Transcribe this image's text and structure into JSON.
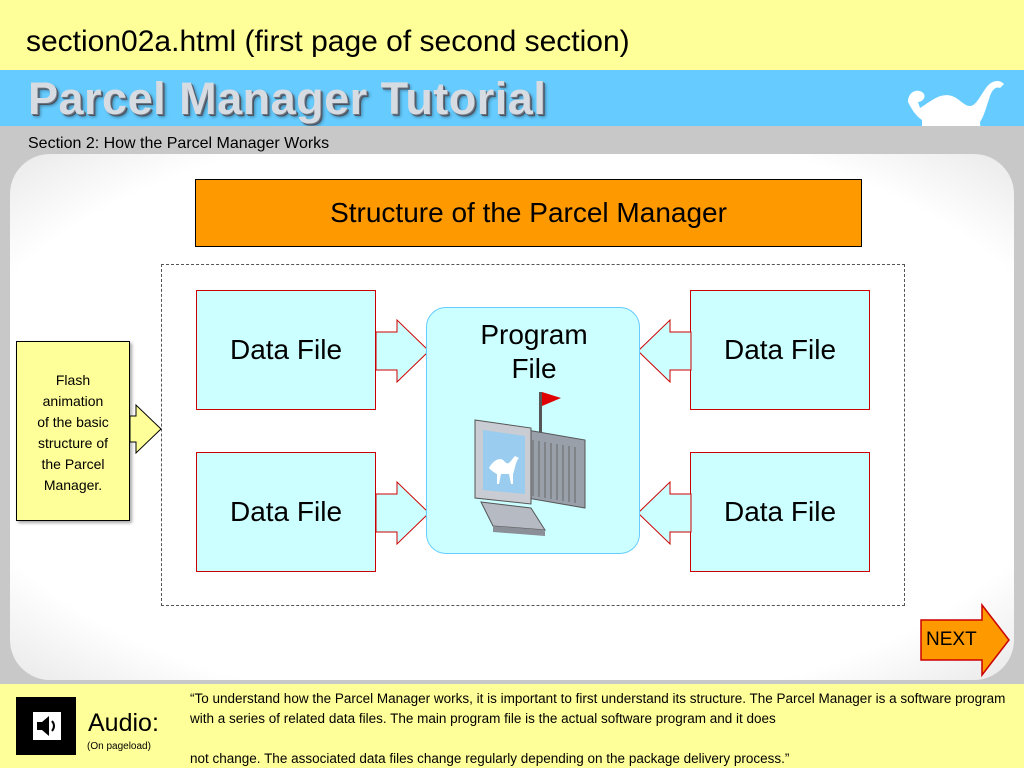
{
  "page_title": "section02a.html (first page of second section)",
  "banner": {
    "title": "Parcel Manager Tutorial",
    "logo_icon": "camel-logo-icon"
  },
  "section_subtitle": "Section 2: How the Parcel Manager Works",
  "diagram": {
    "title": "Structure of the Parcel Manager",
    "data_files": [
      "Data File",
      "Data File",
      "Data File",
      "Data File"
    ],
    "program_file": {
      "line1": "Program",
      "line2": "File",
      "icon": "computer-mailbox-icon"
    }
  },
  "flash_note": {
    "lines": [
      "Flash",
      "animation",
      "of the basic",
      "structure of",
      "the Parcel",
      "Manager."
    ]
  },
  "next_button": {
    "label": "NEXT"
  },
  "audio": {
    "icon": "speaker-icon",
    "label": "Audio:",
    "sub": "(On pageload)",
    "transcript_part1": "“To understand how the Parcel Manager works, it is important to first understand its structure. The Parcel Manager is a software program with a series of related data files. The main program file is the actual software program and it does",
    "transcript_part2": "not change. The associated data files change regularly depending on the package delivery process.”"
  },
  "colors": {
    "background": "#ffff99",
    "banner": "#66ccff",
    "title_box": "#ff9900",
    "data_file_fill": "#ccffff",
    "data_file_border": "#cc0000",
    "next_fill": "#ff9900"
  }
}
